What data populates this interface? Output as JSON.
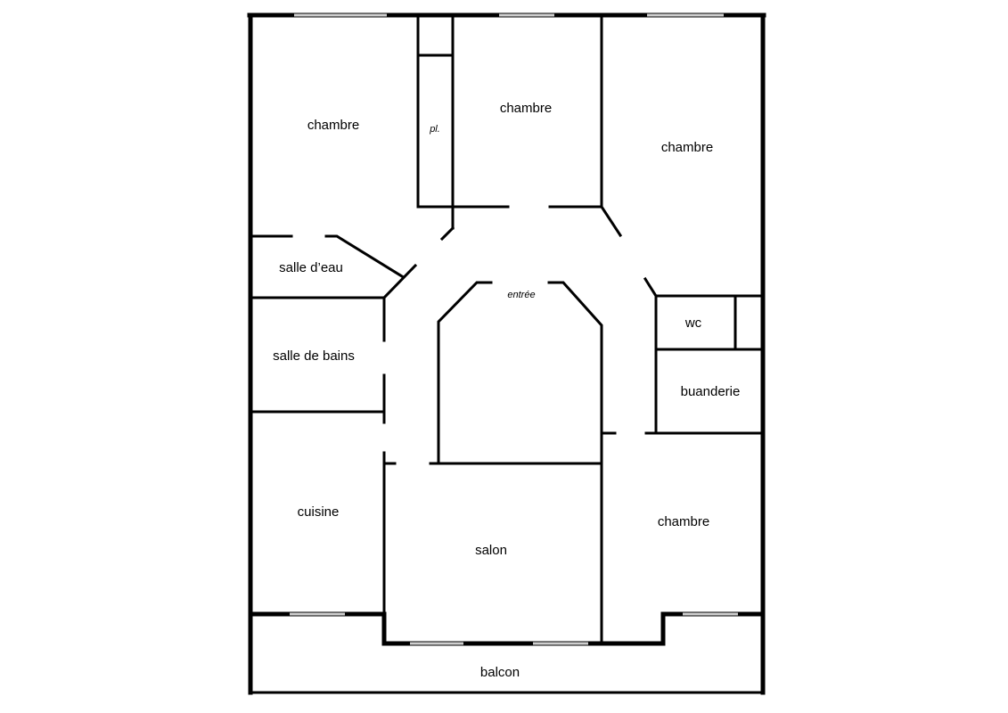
{
  "rooms": {
    "chambre_top_left": "chambre",
    "placard": "pl.",
    "chambre_top_middle": "chambre",
    "chambre_top_right": "chambre",
    "salle_d_eau": "salle d’eau",
    "entree": "entrée",
    "wc": "wc",
    "salle_de_bains": "salle de bains",
    "buanderie": "buanderie",
    "cuisine": "cuisine",
    "salon": "salon",
    "chambre_bottom_right": "chambre",
    "balcon": "balcon"
  }
}
